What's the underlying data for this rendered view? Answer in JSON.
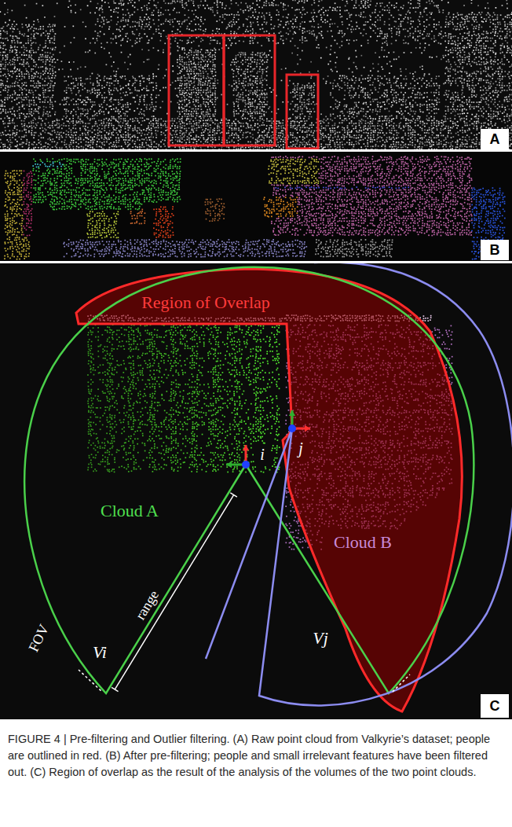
{
  "diagram": {
    "caption": "FIGURE 4 | Pre-filtering and Outlier filtering. (A) Raw point cloud from Valkyrie’s dataset; people are outlined in red. (B) After pre-filtering; people and small irrelevant features have been filtered out. (C) Region of overlap as the result of the analysis of the volumes of the two point clouds.",
    "nodes": [
      {
        "text": [
          "A"
        ]
      },
      {
        "text": [
          "B"
        ]
      },
      {
        "text": [
          "C"
        ]
      }
    ],
    "labels": [
      "Region of Overlap",
      "i",
      "j",
      "Cloud A",
      "Cloud B",
      "FOV",
      "range",
      "Vi",
      "Vj"
    ]
  }
}
